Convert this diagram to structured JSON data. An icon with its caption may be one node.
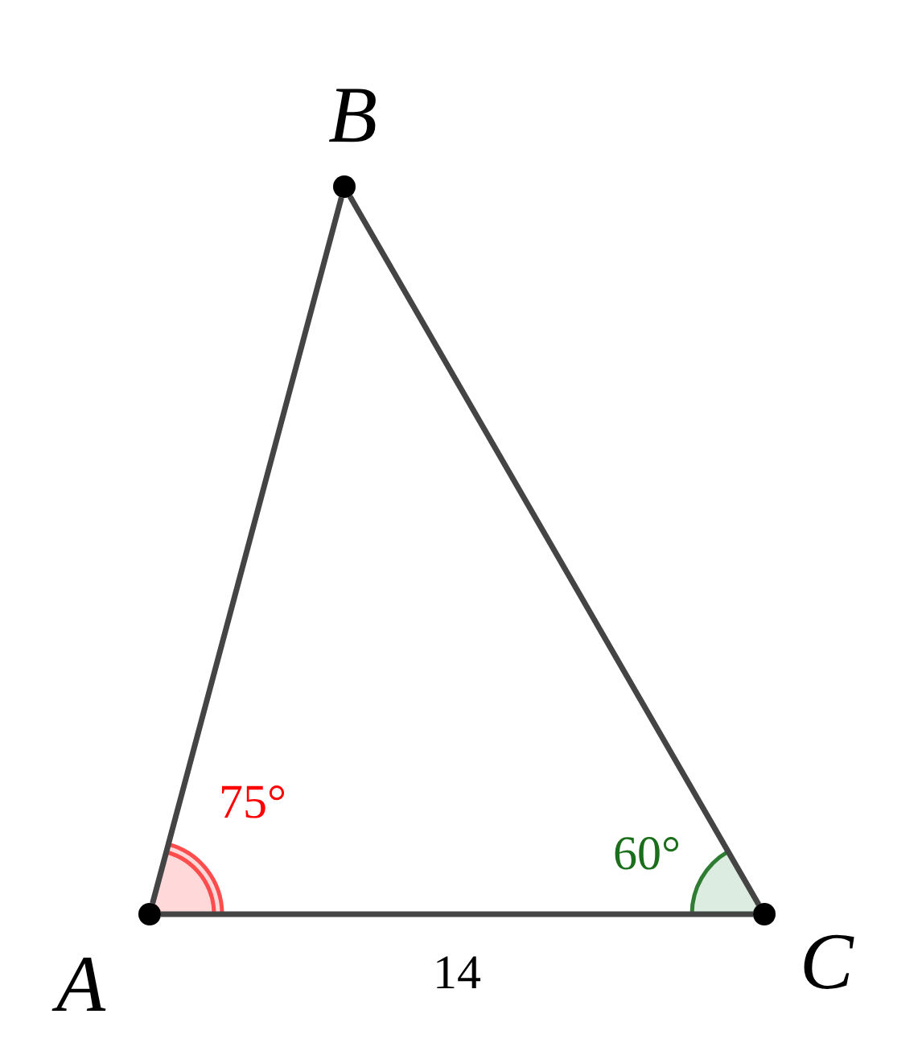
{
  "diagram": {
    "nodes": [
      {
        "text": [
          "A"
        ]
      },
      {
        "text": [
          "B"
        ]
      },
      {
        "text": [
          "C"
        ]
      }
    ],
    "edges": [
      {
        "from": 0,
        "to": 1,
        "arrow": "none"
      },
      {
        "from": 1,
        "to": 2,
        "arrow": "none"
      },
      {
        "from": 2,
        "to": 0,
        "arrow": "none",
        "label": "14"
      }
    ],
    "labels": [
      "75°",
      "60°"
    ]
  }
}
